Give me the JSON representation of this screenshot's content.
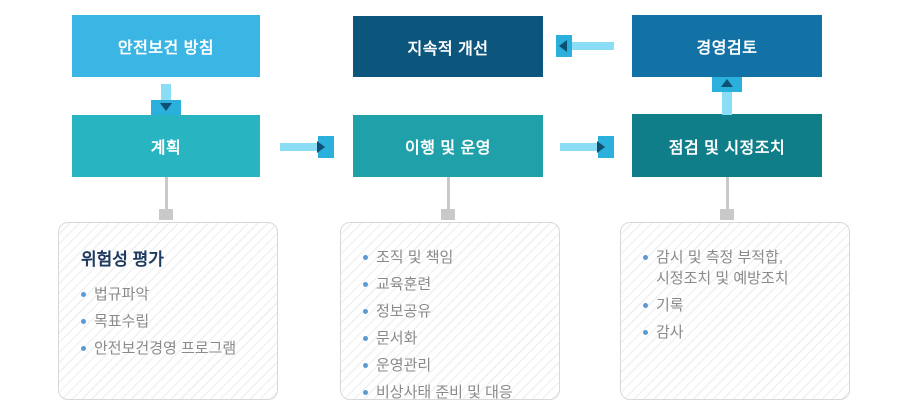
{
  "colors": {
    "policy_box": "#3AB5E4",
    "plan_box": "#29B4C2",
    "improve_box": "#0C567E",
    "implement_box": "#20A1A9",
    "review_box": "#1272A6",
    "check_box": "#107E88",
    "arrow_bar": "#8ADDF4",
    "arrow_cap": "#2BAFDB",
    "arrow_head": "#0E4F74",
    "connector_gray": "#C9C9C9",
    "panel_border": "#D8D8D8",
    "panel_heading_text": "#1E3A5F",
    "panel_item_text": "#8A8A8A",
    "bullet": "#5B9BD5",
    "box_text": "#FFFFFF"
  },
  "flow": {
    "policy": {
      "label": "안전보건 방침"
    },
    "plan": {
      "label": "계획"
    },
    "improve": {
      "label": "지속적 개선"
    },
    "implement": {
      "label": "이행 및 운영"
    },
    "review": {
      "label": "경영검토"
    },
    "check": {
      "label": "점검 및 시정조치"
    }
  },
  "panels": {
    "plan_details": {
      "heading": "위험성 평가",
      "items": [
        "법규파악",
        "목표수립",
        "안전보건경영 프로그램"
      ]
    },
    "implement_details": {
      "items": [
        "조직 및 책임",
        "교육훈련",
        "정보공유",
        "문서화",
        "운영관리",
        "비상사태 준비 및 대응"
      ]
    },
    "check_details": {
      "items": [
        "감시 및 측정 부적합,\n시정조치 및 예방조치",
        "기록",
        "감사"
      ]
    }
  }
}
